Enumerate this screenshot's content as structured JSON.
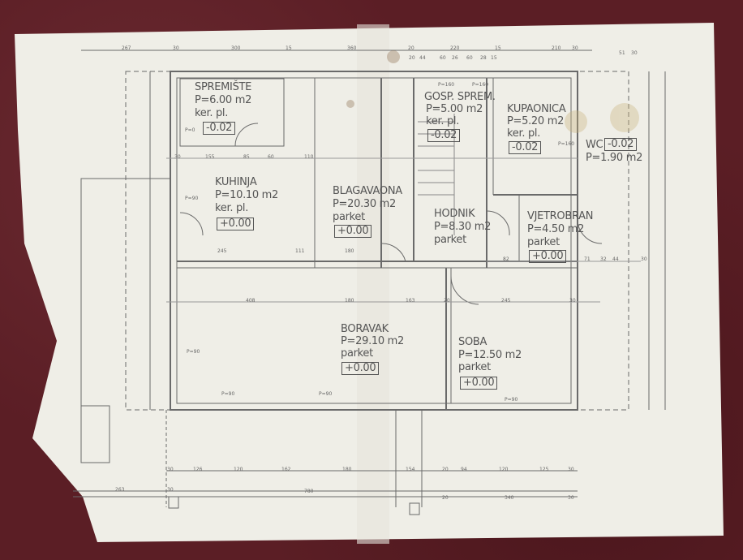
{
  "rooms": [
    {
      "name": "SPREMIŠTE",
      "area": "P=6.00 m2",
      "floor": "ker. pl.",
      "level": "-0.02"
    },
    {
      "name": "KUHINJA",
      "area": "P=10.10 m2",
      "floor": "ker. pl.",
      "level": "+0.00"
    },
    {
      "name": "BLAGAVAONA",
      "area": "P=20.30 m2",
      "floor": "parket",
      "level": "+0.00"
    },
    {
      "name": "GOSP. SPREM.",
      "area": "P=5.00 m2",
      "floor": "ker. pl.",
      "level": "-0.02"
    },
    {
      "name": "KUPAONICA",
      "area": "P=5.20 m2",
      "floor": "ker. pl.",
      "level": "-0.02"
    },
    {
      "name": "WC",
      "area": "P=1.90 m2",
      "level": "-0.02"
    },
    {
      "name": "HODNIK",
      "area": "P=8.30 m2",
      "floor": "parket"
    },
    {
      "name": "VJETROBRAN",
      "area": "P=4.50 m2",
      "floor": "parket",
      "level": "+0.00"
    },
    {
      "name": "BORAVAK",
      "area": "P=29.10 m2",
      "floor": "parket",
      "level": "+0.00"
    },
    {
      "name": "SOBA",
      "area": "P=12.50 m2",
      "floor": "parket",
      "level": "+0.00"
    }
  ],
  "dims_top": [
    "267",
    "30",
    "300",
    "15",
    "360",
    "20",
    "220",
    "15",
    "210",
    "30",
    "51",
    "30"
  ],
  "dims_top2": [
    "20",
    "44",
    "60",
    "26",
    "60",
    "28",
    "15"
  ],
  "dims_bottom1": [
    "30",
    "126",
    "120",
    "162",
    "180",
    "154",
    "20",
    "94",
    "120",
    "125",
    "30"
  ],
  "dims_bottom2": [
    "263",
    "30",
    "780",
    "20",
    "340",
    "30"
  ],
  "dims_inner": [
    "30",
    "155",
    "85",
    "60",
    "110",
    "245",
    "111",
    "180",
    "408",
    "180",
    "163",
    "20",
    "245",
    "30",
    "82",
    "71",
    "32",
    "44",
    "30"
  ],
  "window_labels": [
    "P=90",
    "P=90",
    "P=90",
    "P=90",
    "P=0",
    "P=90",
    "P=160",
    "P=160",
    "P=160"
  ]
}
